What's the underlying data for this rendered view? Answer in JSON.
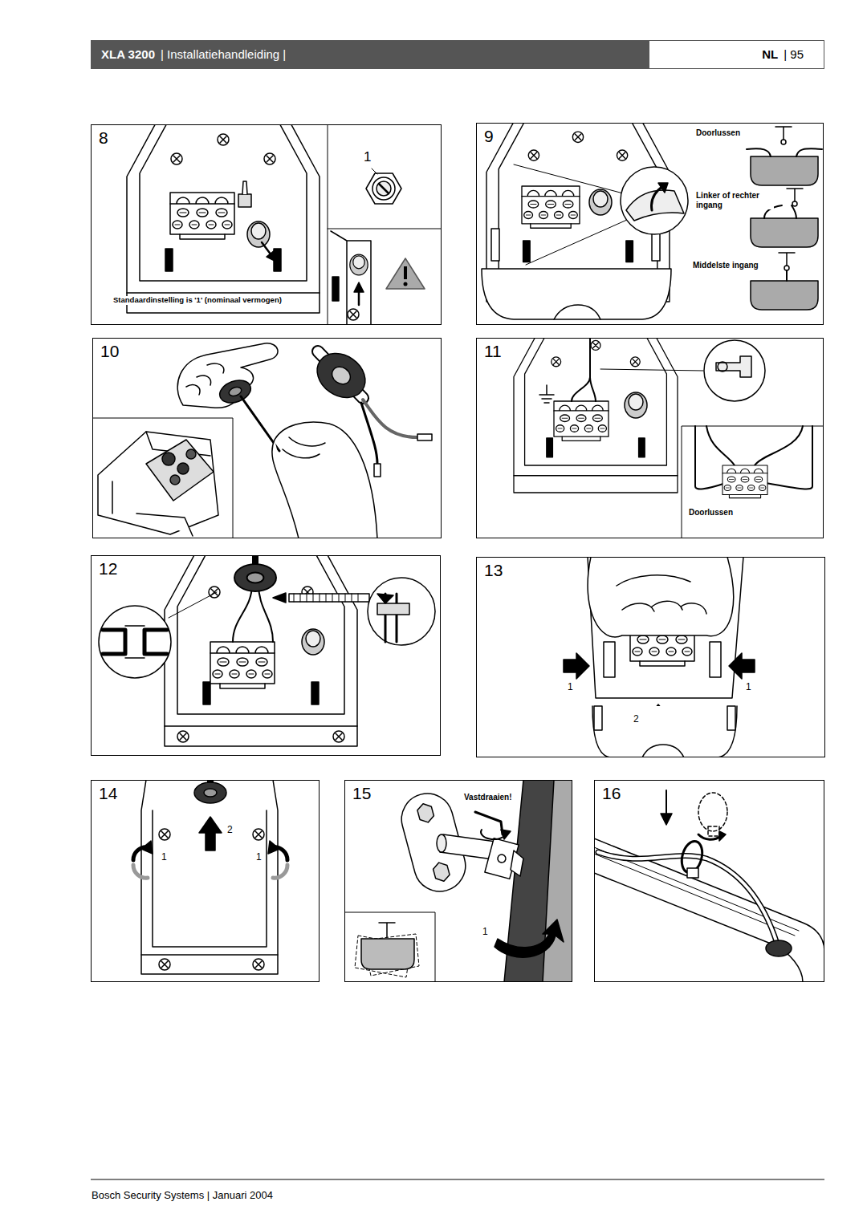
{
  "diagram": {
    "nodes": [
      {
        "text": [
          "8"
        ]
      },
      {
        "text": [
          "9"
        ]
      },
      {
        "text": [
          "10"
        ]
      },
      {
        "text": [
          "11"
        ]
      },
      {
        "text": [
          "12"
        ]
      },
      {
        "text": [
          "13"
        ]
      },
      {
        "text": [
          "14"
        ]
      },
      {
        "text": [
          "15"
        ]
      },
      {
        "text": [
          "16"
        ]
      }
    ],
    "edges": [],
    "labels": [
      "XLA 3200",
      "| Installatiehandleiding |",
      "NL",
      "| 95",
      "1",
      "Standaardinstelling is '1' (nominaal vermogen)",
      "Doorlussen",
      "Linker of rechter ingang",
      "Middelste ingang",
      "Doorlussen",
      "1",
      "1",
      "2",
      "2",
      "1",
      "1",
      "Vastdraaien!",
      "1",
      "Bosch Security Systems | Januari 2004"
    ]
  }
}
